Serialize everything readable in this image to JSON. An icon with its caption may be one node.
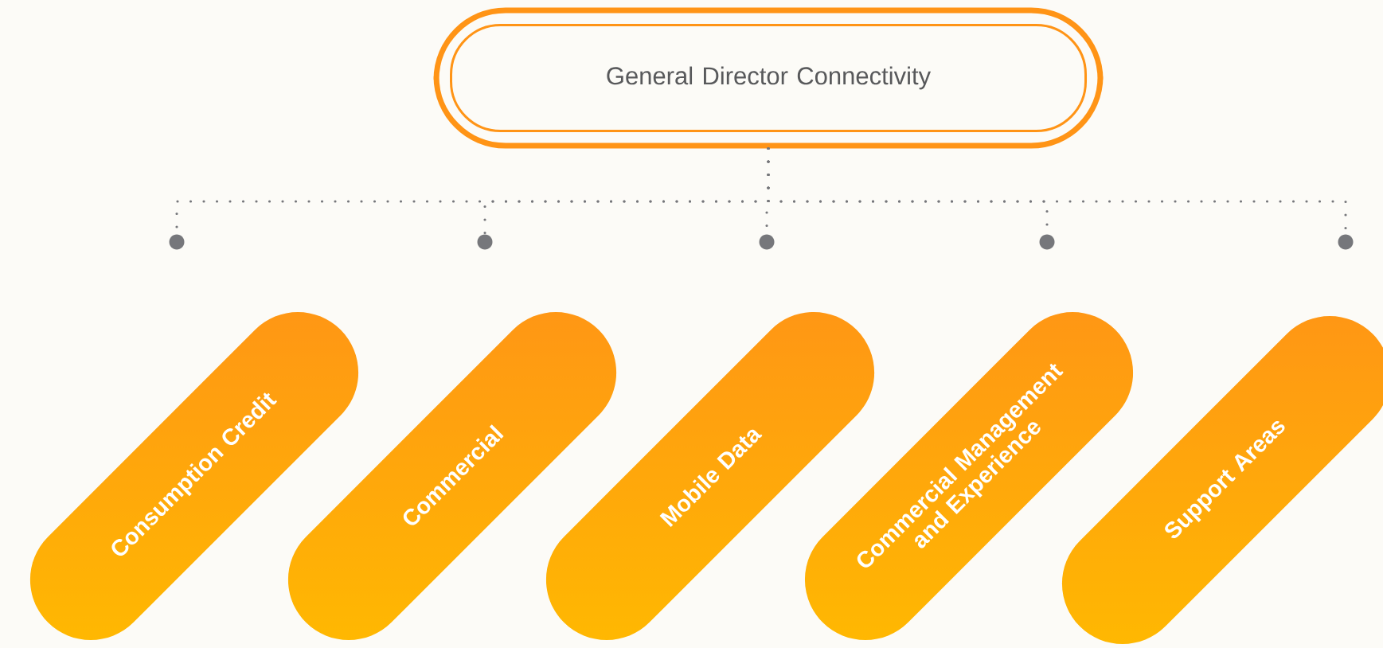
{
  "diagram": {
    "nodes": [
      {
        "text": [
          "General Director Connectivity"
        ]
      },
      {
        "text": [],
        "shape": "circle"
      },
      {
        "text": [],
        "shape": "circle"
      },
      {
        "text": [],
        "shape": "circle"
      },
      {
        "text": [],
        "shape": "circle"
      },
      {
        "text": [],
        "shape": "circle"
      },
      {
        "text": [
          "Consumption Credit"
        ]
      },
      {
        "text": [
          "Commercial"
        ]
      },
      {
        "text": [
          "Mobile Data"
        ]
      },
      {
        "text": [
          "Commercial Management and Experience"
        ]
      },
      {
        "text": [
          "Support Areas"
        ]
      }
    ],
    "edges": [
      {
        "from": 0,
        "to": 1,
        "arrow": "none",
        "style": "dashed"
      },
      {
        "from": 0,
        "to": 2,
        "arrow": "none",
        "style": "dashed"
      },
      {
        "from": 0,
        "to": 3,
        "arrow": "none",
        "style": "dashed"
      },
      {
        "from": 0,
        "to": 4,
        "arrow": "none",
        "style": "dashed"
      },
      {
        "from": 0,
        "to": 5,
        "arrow": "none",
        "style": "dashed"
      }
    ]
  }
}
